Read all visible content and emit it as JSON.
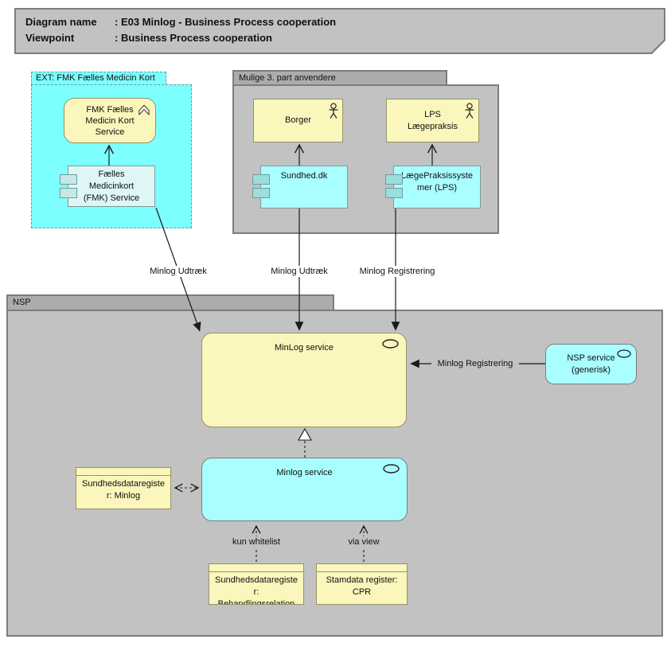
{
  "title_block": {
    "line1_label": "Diagram name",
    "line1_value": ": E03 Minlog - Business Process cooperation",
    "line2_label": "Viewpoint",
    "line2_value": ": Business Process cooperation"
  },
  "groups": {
    "ext_fmk": {
      "label": "EXT: FMK Fælles Medicin Kort"
    },
    "mulige": {
      "label": "Mulige 3. part anvendere"
    },
    "nsp": {
      "label": "NSP"
    }
  },
  "nodes": {
    "fmk_service": {
      "label": "FMK Fælles\nMedicin Kort\nService"
    },
    "faelles_medicinkort": {
      "label": "Fælles\nMedicinkort\n(FMK) Service"
    },
    "borger": {
      "label": "Borger"
    },
    "lps_laegepraksis": {
      "label": "LPS\nLægepraksis"
    },
    "sundhed_dk": {
      "label": "Sundhed.dk"
    },
    "laegepraksissystemer": {
      "label": "LægePraksissyste\nmer (LPS)"
    },
    "minlog_service_main": {
      "label": "MinLog service"
    },
    "nsp_service_generisk": {
      "label": "NSP service\n(generisk)"
    },
    "minlog_service_inner": {
      "label": "Minlog service"
    },
    "register_minlog": {
      "label": "Sundhedsdataregiste\nr: Minlog"
    },
    "register_behandlingsrelation": {
      "label": "Sundhedsdataregiste\nr:\nBehandlingsrelation"
    },
    "stamdata_cpr": {
      "label": "Stamdata register:\nCPR"
    }
  },
  "edge_labels": {
    "minlog_udtraek_fmk": "Minlog Udtræk",
    "minlog_udtraek_sundhed": "Minlog Udtræk",
    "minlog_registrering_lps": "Minlog Registrering",
    "minlog_registrering_nsp": "Minlog Registrering",
    "kun_whitelist": "kun whitelist",
    "via_view": "via view"
  },
  "icons": {
    "actor": "stick-figure",
    "component": "module-tabs",
    "service": "ellipse",
    "fmk_marker": "chevron"
  },
  "colors": {
    "group_cyan": "#7dffff",
    "node_yellow": "#fbf6bb",
    "node_cyan": "#a9ffff",
    "gray_tab": "#acacac",
    "gray_body": "#c2c2c2",
    "gray_border": "#7d7d7d"
  }
}
